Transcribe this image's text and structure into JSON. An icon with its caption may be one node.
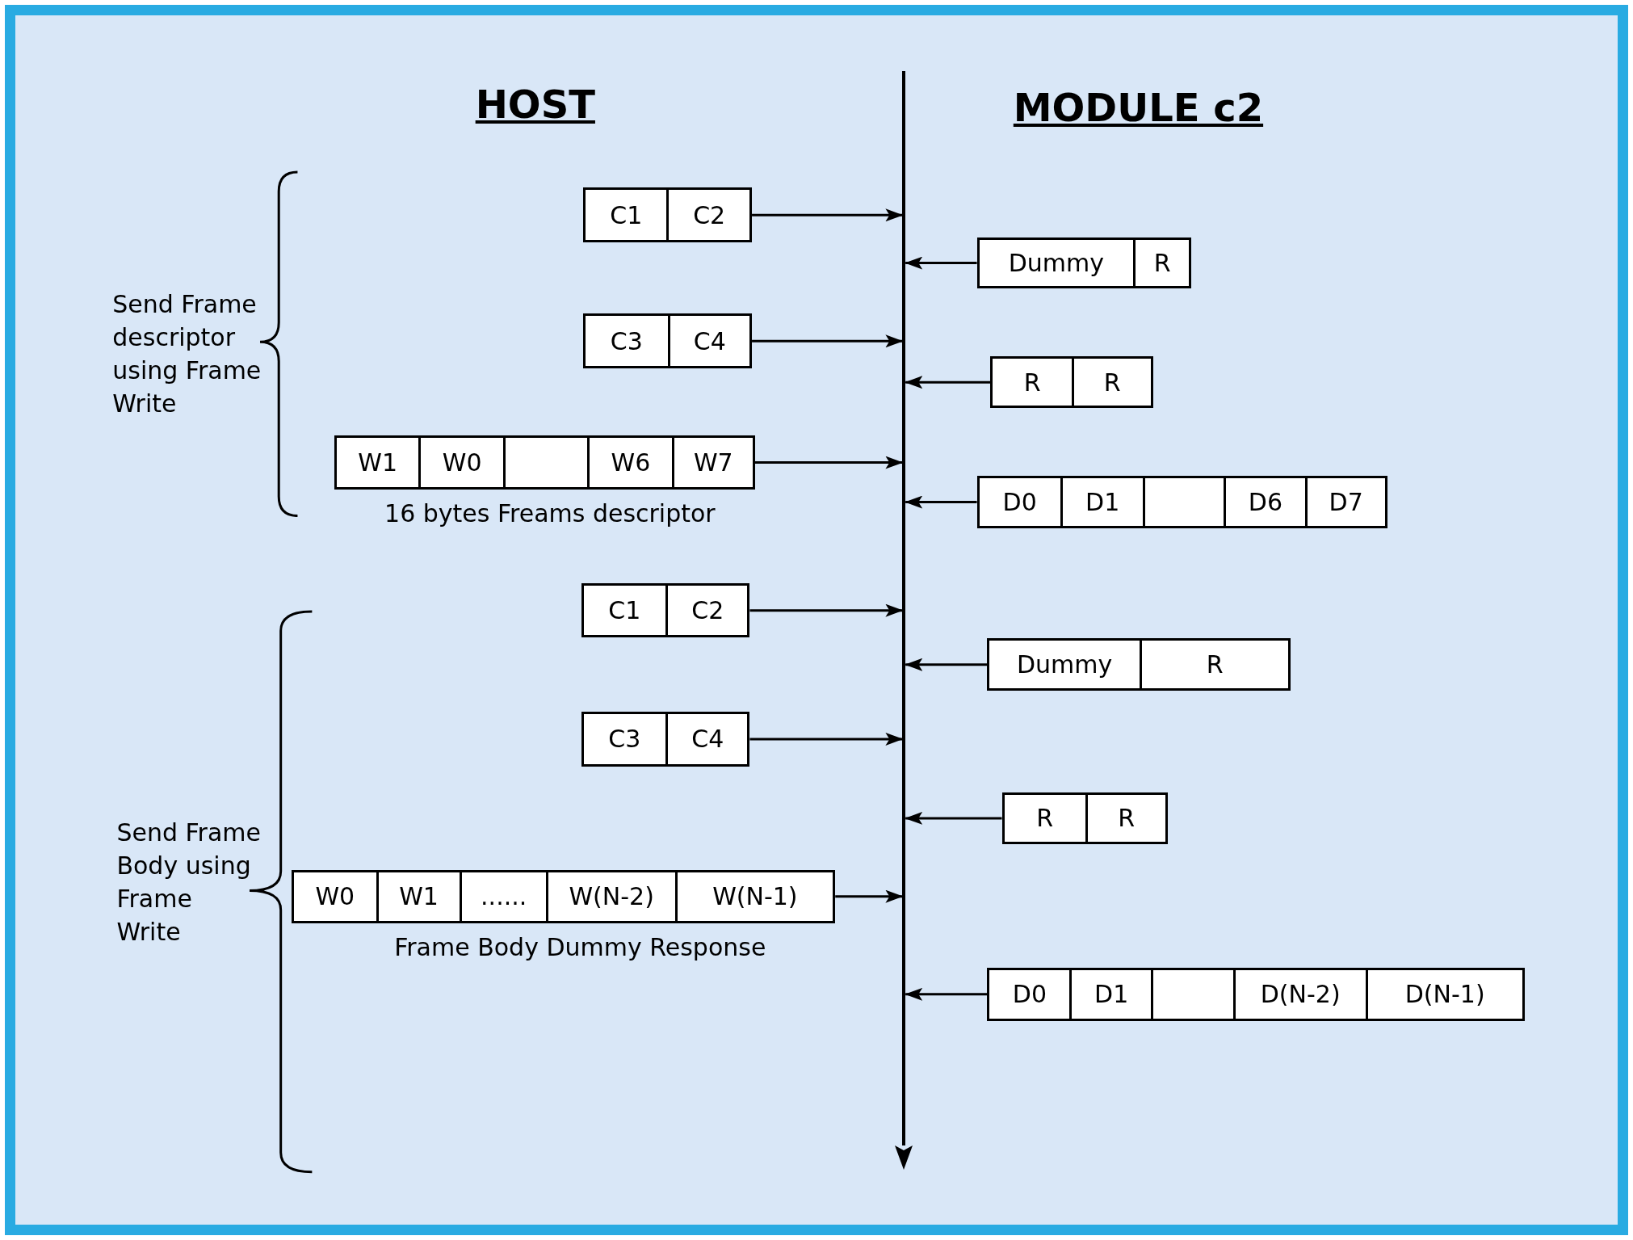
{
  "diagram": {
    "nodes": [
      {
        "text": [],
        "shape": "bar"
      },
      {
        "text": [],
        "shape": "box"
      },
      {
        "text": [
          "C1"
        ],
        "in": 1
      },
      {
        "text": [
          "C2"
        ],
        "in": 1
      },
      {
        "text": [],
        "shape": "box"
      },
      {
        "text": [
          "Dummy"
        ],
        "in": 4
      },
      {
        "text": [
          "R"
        ],
        "in": 4
      },
      {
        "text": [],
        "shape": "box"
      },
      {
        "text": [
          "C3"
        ],
        "in": 7
      },
      {
        "text": [
          "C4"
        ],
        "in": 7
      },
      {
        "text": [],
        "shape": "box"
      },
      {
        "text": [
          "R"
        ],
        "in": 10
      },
      {
        "text": [
          "R"
        ],
        "in": 10
      },
      {
        "text": [],
        "shape": "box",
        "beside": [
          "16 bytes Freams descriptor"
        ]
      },
      {
        "text": [
          "W1"
        ],
        "in": 13
      },
      {
        "text": [
          "W0"
        ],
        "in": 13
      },
      {
        "text": [],
        "shape": "box",
        "in": 13
      },
      {
        "text": [
          "W6"
        ],
        "in": 13
      },
      {
        "text": [
          "W7"
        ],
        "in": 13
      },
      {
        "text": [],
        "shape": "box"
      },
      {
        "text": [
          "D0"
        ],
        "in": 19
      },
      {
        "text": [
          "D1"
        ],
        "in": 19
      },
      {
        "text": [],
        "shape": "box",
        "in": 19
      },
      {
        "text": [
          "D6"
        ],
        "in": 19
      },
      {
        "text": [
          "D7"
        ],
        "in": 19
      },
      {
        "text": [],
        "shape": "box"
      },
      {
        "text": [
          "C1"
        ],
        "in": 25
      },
      {
        "text": [
          "C2"
        ],
        "in": 25
      },
      {
        "text": [],
        "shape": "box"
      },
      {
        "text": [
          "Dummy"
        ],
        "in": 28
      },
      {
        "text": [
          "R"
        ],
        "in": 28
      },
      {
        "text": [],
        "shape": "box"
      },
      {
        "text": [
          "C3"
        ],
        "in": 31
      },
      {
        "text": [
          "C4"
        ],
        "in": 31
      },
      {
        "text": [],
        "shape": "box"
      },
      {
        "text": [
          "R"
        ],
        "in": 34
      },
      {
        "text": [
          "R"
        ],
        "in": 34
      },
      {
        "text": [],
        "shape": "box",
        "beside": [
          "Frame Body Dummy Response"
        ]
      },
      {
        "text": [
          "W0"
        ],
        "in": 37
      },
      {
        "text": [
          "W1"
        ],
        "in": 37
      },
      {
        "text": [
          "......"
        ],
        "in": 37
      },
      {
        "text": [
          "W(N-2)"
        ],
        "in": 37
      },
      {
        "text": [
          "W(N-1)"
        ],
        "in": 37
      },
      {
        "text": [],
        "shape": "box"
      },
      {
        "text": [
          "D0"
        ],
        "in": 43
      },
      {
        "text": [
          "D1"
        ],
        "in": 43
      },
      {
        "text": [],
        "shape": "box",
        "in": 43
      },
      {
        "text": [
          "D(N-2)"
        ],
        "in": 43
      },
      {
        "text": [
          "D(N-1)"
        ],
        "in": 43
      }
    ],
    "edges": [
      {
        "from": 1,
        "to": 0,
        "arrow": "to"
      },
      {
        "from": 4,
        "to": 0,
        "arrow": "to"
      },
      {
        "from": 7,
        "to": 0,
        "arrow": "to"
      },
      {
        "from": 10,
        "to": 0,
        "arrow": "to"
      },
      {
        "from": 13,
        "to": 0,
        "arrow": "to"
      },
      {
        "from": 19,
        "to": 0,
        "arrow": "to"
      },
      {
        "from": 25,
        "to": 0,
        "arrow": "to"
      },
      {
        "from": 28,
        "to": 0,
        "arrow": "to"
      },
      {
        "from": 31,
        "to": 0,
        "arrow": "to"
      },
      {
        "from": 34,
        "to": 0,
        "arrow": "to"
      },
      {
        "from": 37,
        "to": 0,
        "arrow": "to"
      },
      {
        "from": 43,
        "to": 0,
        "arrow": "to"
      }
    ],
    "labels": [
      "HOST",
      "MODULE c2",
      "Send Frame descriptor using Frame Write",
      "Send Frame Body using Frame Write"
    ]
  }
}
